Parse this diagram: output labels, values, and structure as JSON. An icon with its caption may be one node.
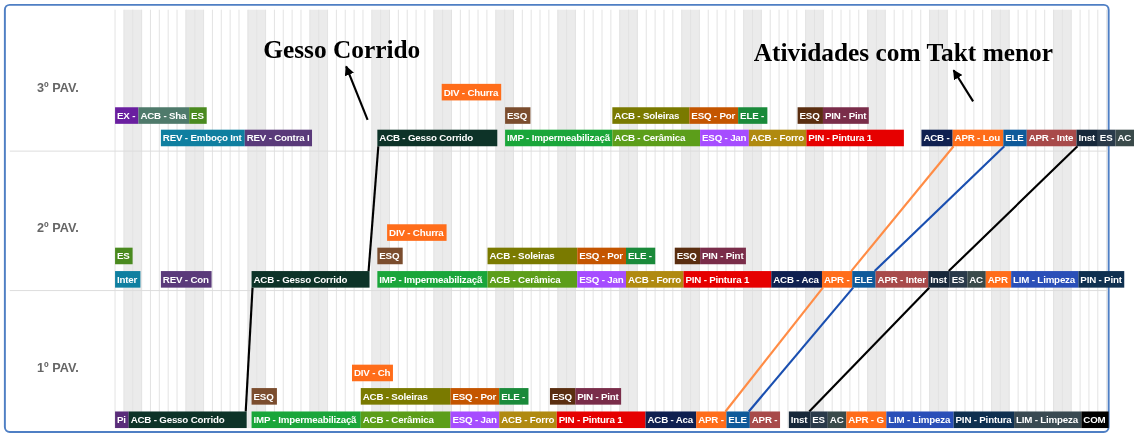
{
  "diagram": {
    "nodes": [
      {
        "text": [
          "Gesso Corrido"
        ]
      },
      {
        "text": [
          "Atividades com Takt menor"
        ]
      },
      {
        "text": [
          "DIV - Churra"
        ]
      },
      {
        "text": [
          "EX -"
        ]
      },
      {
        "text": [
          "ACB - Sha"
        ]
      },
      {
        "text": [
          "ES"
        ]
      },
      {
        "text": [
          "ESQ"
        ]
      },
      {
        "text": [
          "ACB - Soleiras"
        ]
      },
      {
        "text": [
          "ESQ - Por"
        ]
      },
      {
        "text": [
          "ELE - "
        ]
      },
      {
        "text": [
          "ESQ"
        ]
      },
      {
        "text": [
          "PIN - Pint"
        ]
      },
      {
        "text": [
          "REV - Emboço Int"
        ]
      },
      {
        "text": [
          "REV - Contra I"
        ]
      },
      {
        "text": [
          "ACB - Gesso Corrido"
        ]
      },
      {
        "text": [
          "IMP - Impermeabilizaçã"
        ]
      },
      {
        "text": [
          "ACB - Cerâmica"
        ]
      },
      {
        "text": [
          "ESQ - Jan"
        ]
      },
      {
        "text": [
          "ACB - Forro"
        ]
      },
      {
        "text": [
          "PIN - Pintura 1"
        ]
      },
      {
        "text": [
          "ACB -"
        ]
      },
      {
        "text": [
          "APR - Lou"
        ]
      },
      {
        "text": [
          "ELE"
        ]
      },
      {
        "text": [
          "APR - Inte"
        ]
      },
      {
        "text": [
          "Inst"
        ]
      },
      {
        "text": [
          "ES"
        ]
      },
      {
        "text": [
          "AC"
        ]
      },
      {
        "text": [
          "DIV - Churra"
        ]
      },
      {
        "text": [
          "ES"
        ]
      },
      {
        "text": [
          "ESQ"
        ]
      },
      {
        "text": [
          "ACB - Soleiras"
        ]
      },
      {
        "text": [
          "ESQ - Por"
        ]
      },
      {
        "text": [
          "ELE - "
        ]
      },
      {
        "text": [
          "ESQ"
        ]
      },
      {
        "text": [
          "PIN - Pint"
        ]
      },
      {
        "text": [
          "Inter"
        ]
      },
      {
        "text": [
          "REV - Con"
        ]
      },
      {
        "text": [
          "ACB - Gesso Corrido"
        ]
      },
      {
        "text": [
          "IMP - Impermeabilizaçã"
        ]
      },
      {
        "text": [
          "ACB - Cerâmica"
        ]
      },
      {
        "text": [
          "ESQ - Jan"
        ]
      },
      {
        "text": [
          "ACB - Forro"
        ]
      },
      {
        "text": [
          "PIN - Pintura 1"
        ]
      },
      {
        "text": [
          "ACB - Aca"
        ]
      },
      {
        "text": [
          "APR -"
        ]
      },
      {
        "text": [
          "ELE"
        ]
      },
      {
        "text": [
          "APR - Inter"
        ]
      },
      {
        "text": [
          "Inst"
        ]
      },
      {
        "text": [
          "ES"
        ]
      },
      {
        "text": [
          "AC"
        ]
      },
      {
        "text": [
          "APR"
        ]
      },
      {
        "text": [
          "LIM - Limpeza"
        ]
      },
      {
        "text": [
          "PIN - Pint"
        ]
      },
      {
        "text": [
          "DIV - Ch"
        ]
      },
      {
        "text": [
          "ESQ"
        ]
      },
      {
        "text": [
          "ACB - Soleiras"
        ]
      },
      {
        "text": [
          "ESQ - Por"
        ]
      },
      {
        "text": [
          "ELE - "
        ]
      },
      {
        "text": [
          "ESQ"
        ]
      },
      {
        "text": [
          "PIN - Pint"
        ]
      },
      {
        "text": [
          "Pi"
        ]
      },
      {
        "text": [
          "ACB - Gesso Corrido"
        ]
      },
      {
        "text": [
          "IMP - Impermeabilizaçã"
        ]
      },
      {
        "text": [
          "ACB - Cerâmica"
        ]
      },
      {
        "text": [
          "ESQ - Jan"
        ]
      },
      {
        "text": [
          "ACB - Forro"
        ]
      },
      {
        "text": [
          "PIN - Pintura 1"
        ]
      },
      {
        "text": [
          "ACB - Aca"
        ]
      },
      {
        "text": [
          "APR -"
        ]
      },
      {
        "text": [
          "ELE"
        ]
      },
      {
        "text": [
          "APR -"
        ]
      },
      {
        "text": [
          "Inst"
        ]
      },
      {
        "text": [
          "ES"
        ]
      },
      {
        "text": [
          "AC"
        ]
      },
      {
        "text": [
          "APR - G"
        ]
      },
      {
        "text": [
          "LIM - Limpeza"
        ]
      },
      {
        "text": [
          "PIN - Pintura"
        ]
      },
      {
        "text": [
          "LIM - Limpeza"
        ]
      },
      {
        "text": [
          "COM"
        ]
      }
    ],
    "edges": [
      {
        "from": null,
        "to": 0,
        "arrow": "to"
      },
      {
        "from": null,
        "to": 1,
        "arrow": "to"
      },
      {
        "from": 61,
        "to": 37,
        "arrow": "none"
      },
      {
        "from": 37,
        "to": 14,
        "arrow": "none"
      },
      {
        "from": 68,
        "to": 44,
        "arrow": "none",
        "color": "#ff8c45"
      },
      {
        "from": 44,
        "to": 21,
        "arrow": "none",
        "color": "#ff8c45"
      },
      {
        "from": 69,
        "to": 45,
        "arrow": "none",
        "color": "#1a4fb0"
      },
      {
        "from": 45,
        "to": 22,
        "arrow": "none",
        "color": "#1a4fb0"
      },
      {
        "from": 71,
        "to": 47,
        "arrow": "none"
      },
      {
        "from": 47,
        "to": 24,
        "arrow": "none"
      }
    ],
    "labels": [
      "3º PAV.",
      "2º PAV.",
      "1º PAV."
    ]
  }
}
